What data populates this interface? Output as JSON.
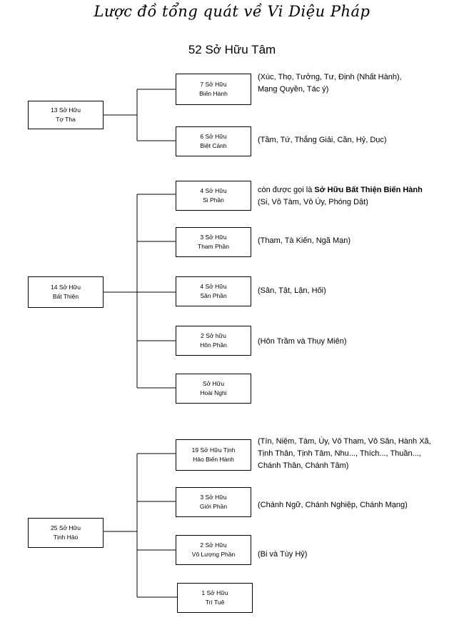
{
  "title": "Lược đồ tổng quát về Vi Diệu Pháp",
  "subtitle": "52 Sở Hữu Tâm",
  "groups": [
    {
      "label": [
        "13 Sở Hữu",
        "Tợ Tha"
      ],
      "items": [
        {
          "label": [
            "7 Sở Hữu",
            "Biến Hành"
          ],
          "desc": [
            "(Xúc, Thọ, Tưởng, Tư, Định (Nhất Hành),",
            "Mạng Quyền, Tác ý)"
          ]
        },
        {
          "label": [
            "6 Sở Hữu",
            "Biệt Cảnh"
          ],
          "desc": [
            "(Tầm, Tứ, Thắng Giải, Cần, Hỷ, Dục)"
          ]
        }
      ]
    },
    {
      "label": [
        "14 Sở Hữu",
        "Bất Thiện"
      ],
      "items": [
        {
          "label": [
            "4 Sở Hữu",
            "Si Phần"
          ],
          "desc_prefix": "còn được gọi là ",
          "desc_bold": "Sở Hữu Bất Thiện Biến Hành",
          "desc": [
            "(Si, Vô Tàm, Vô Úy, Phóng Dật)"
          ]
        },
        {
          "label": [
            "3 Sở Hữu",
            "Tham Phần"
          ],
          "desc": [
            "(Tham, Tà Kiến, Ngã Mạn)"
          ]
        },
        {
          "label": [
            "4 Sở Hữu",
            "Sân Phần"
          ],
          "desc": [
            "(Sân, Tật, Lận, Hối)"
          ]
        },
        {
          "label": [
            "2 Sở hữu",
            "Hôn Phần"
          ],
          "desc": [
            "(Hôn Trầm và Thụy Miên)"
          ]
        },
        {
          "label": [
            "Sở Hữu",
            "Hoài Nghi"
          ],
          "desc": []
        }
      ]
    },
    {
      "label": [
        "25 Sở Hữu",
        "Tịnh Hảo"
      ],
      "items": [
        {
          "label": [
            "19 Sở Hữu Tịnh",
            "Hảo Biến Hành"
          ],
          "desc": [
            "(Tín, Niệm, Tàm, Úy, Vô Tham, Vô Sân, Hành Xã,",
            "Tịnh Thân, Tịnh Tâm, Nhu..., Thích..., Thuần...,",
            "Chánh Thân, Chánh Tâm)"
          ]
        },
        {
          "label": [
            "3 Sở Hữu",
            "Giới Phần"
          ],
          "desc": [
            "(Chánh Ngữ, Chánh Nghiệp, Chánh Mạng)"
          ]
        },
        {
          "label": [
            "2 Sở Hữu",
            "Vô Lượng Phần"
          ],
          "desc": [
            "(Bi và Tùy Hỷ)"
          ]
        },
        {
          "label": [
            "1 Sở Hữu",
            "Trí Tuệ"
          ],
          "desc": []
        }
      ]
    }
  ]
}
